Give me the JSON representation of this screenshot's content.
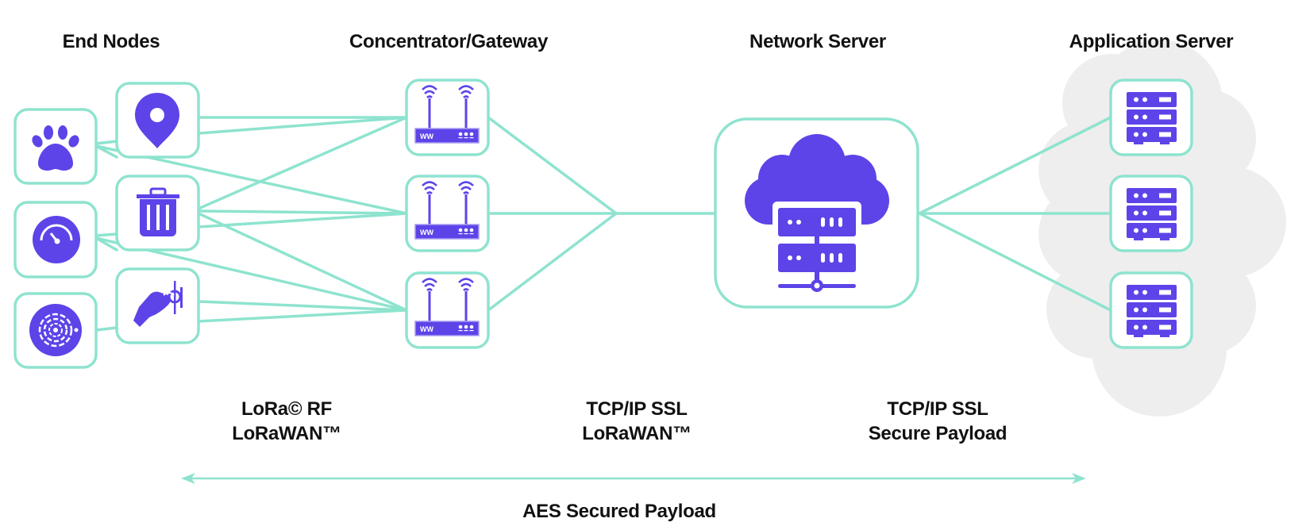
{
  "title": "LoRaWAN Network Architecture",
  "columns": {
    "end_nodes": "End Nodes",
    "gateway": "Concentrator/Gateway",
    "network_server": "Network Server",
    "application_server": "Application Server"
  },
  "end_nodes": [
    {
      "icon": "paw-icon"
    },
    {
      "icon": "location-pin-icon"
    },
    {
      "icon": "gauge-icon"
    },
    {
      "icon": "trash-bin-icon"
    },
    {
      "icon": "smoke-detector-icon"
    },
    {
      "icon": "hand-button-icon"
    }
  ],
  "gateways": [
    {
      "icon": "router-icon"
    },
    {
      "icon": "router-icon"
    },
    {
      "icon": "router-icon"
    }
  ],
  "network_server": {
    "icon": "cloud-server-icon"
  },
  "application_servers": [
    {
      "icon": "server-rack-icon"
    },
    {
      "icon": "server-rack-icon"
    },
    {
      "icon": "server-rack-icon"
    }
  ],
  "protocols": {
    "radio": {
      "line1": "LoRa© RF",
      "line2": "LoRaWAN™"
    },
    "backhaul": {
      "line1": "TCP/IP SSL",
      "line2": "LoRaWAN™"
    },
    "app": {
      "line1": "TCP/IP SSL",
      "line2": "Secure Payload"
    }
  },
  "security": {
    "label": "AES Secured Payload"
  },
  "colors": {
    "accent_line": "#8ee3cf",
    "icon_purple": "#5c44e8",
    "cloud_bg": "#eeeeee",
    "text": "#111111"
  }
}
